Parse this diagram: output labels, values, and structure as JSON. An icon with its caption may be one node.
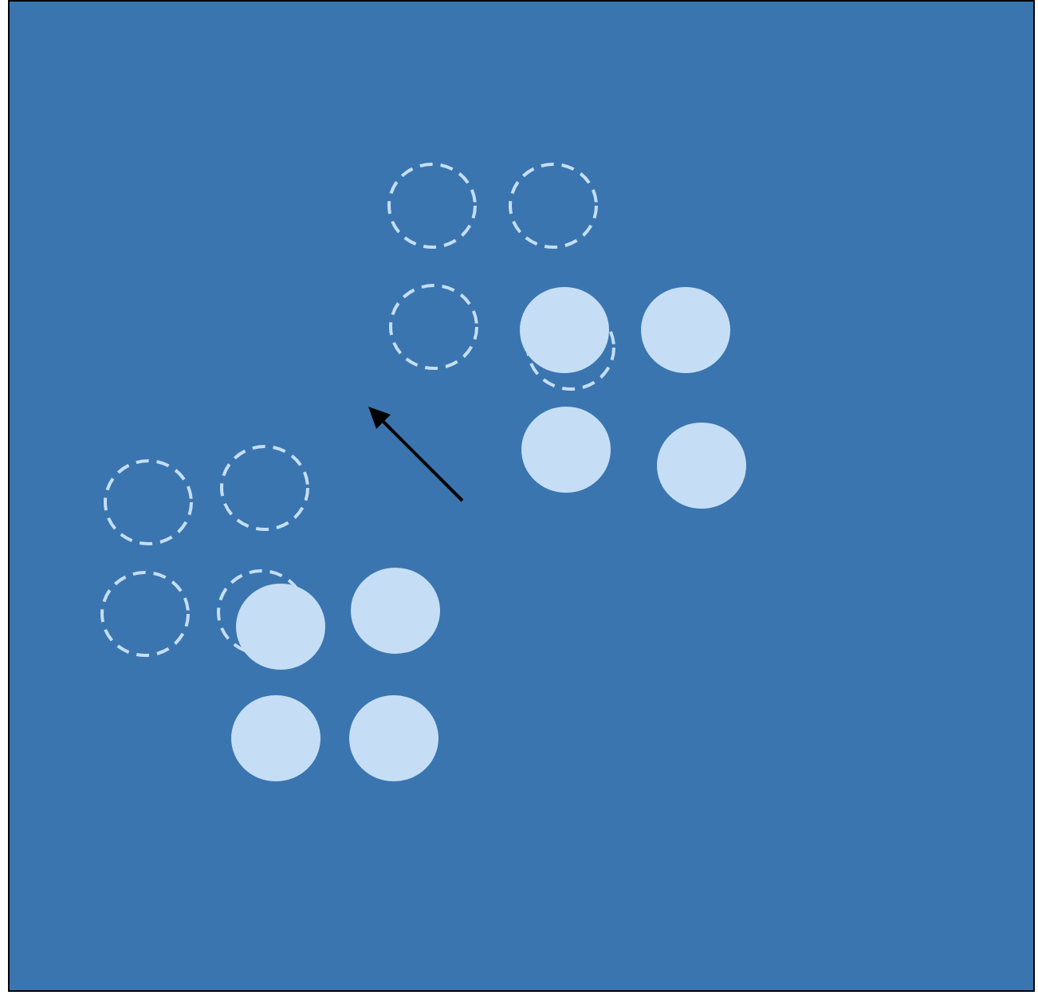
{
  "diagram": {
    "nodes": [
      {
        "text": [],
        "shape": "circle"
      },
      {
        "text": [],
        "shape": "circle"
      },
      {
        "text": [],
        "shape": "circle"
      },
      {
        "text": [],
        "shape": "circle"
      },
      {
        "text": [],
        "shape": "circle"
      },
      {
        "text": [],
        "shape": "circle"
      },
      {
        "text": [],
        "shape": "circle"
      },
      {
        "text": [],
        "shape": "circle"
      },
      {
        "text": [],
        "shape": "circle"
      },
      {
        "text": [],
        "shape": "circle"
      },
      {
        "text": [],
        "shape": "circle"
      },
      {
        "text": [],
        "shape": "circle"
      },
      {
        "text": [],
        "shape": "circle"
      },
      {
        "text": [],
        "shape": "circle"
      },
      {
        "text": [],
        "shape": "circle"
      },
      {
        "text": [],
        "shape": "circle"
      }
    ]
  }
}
